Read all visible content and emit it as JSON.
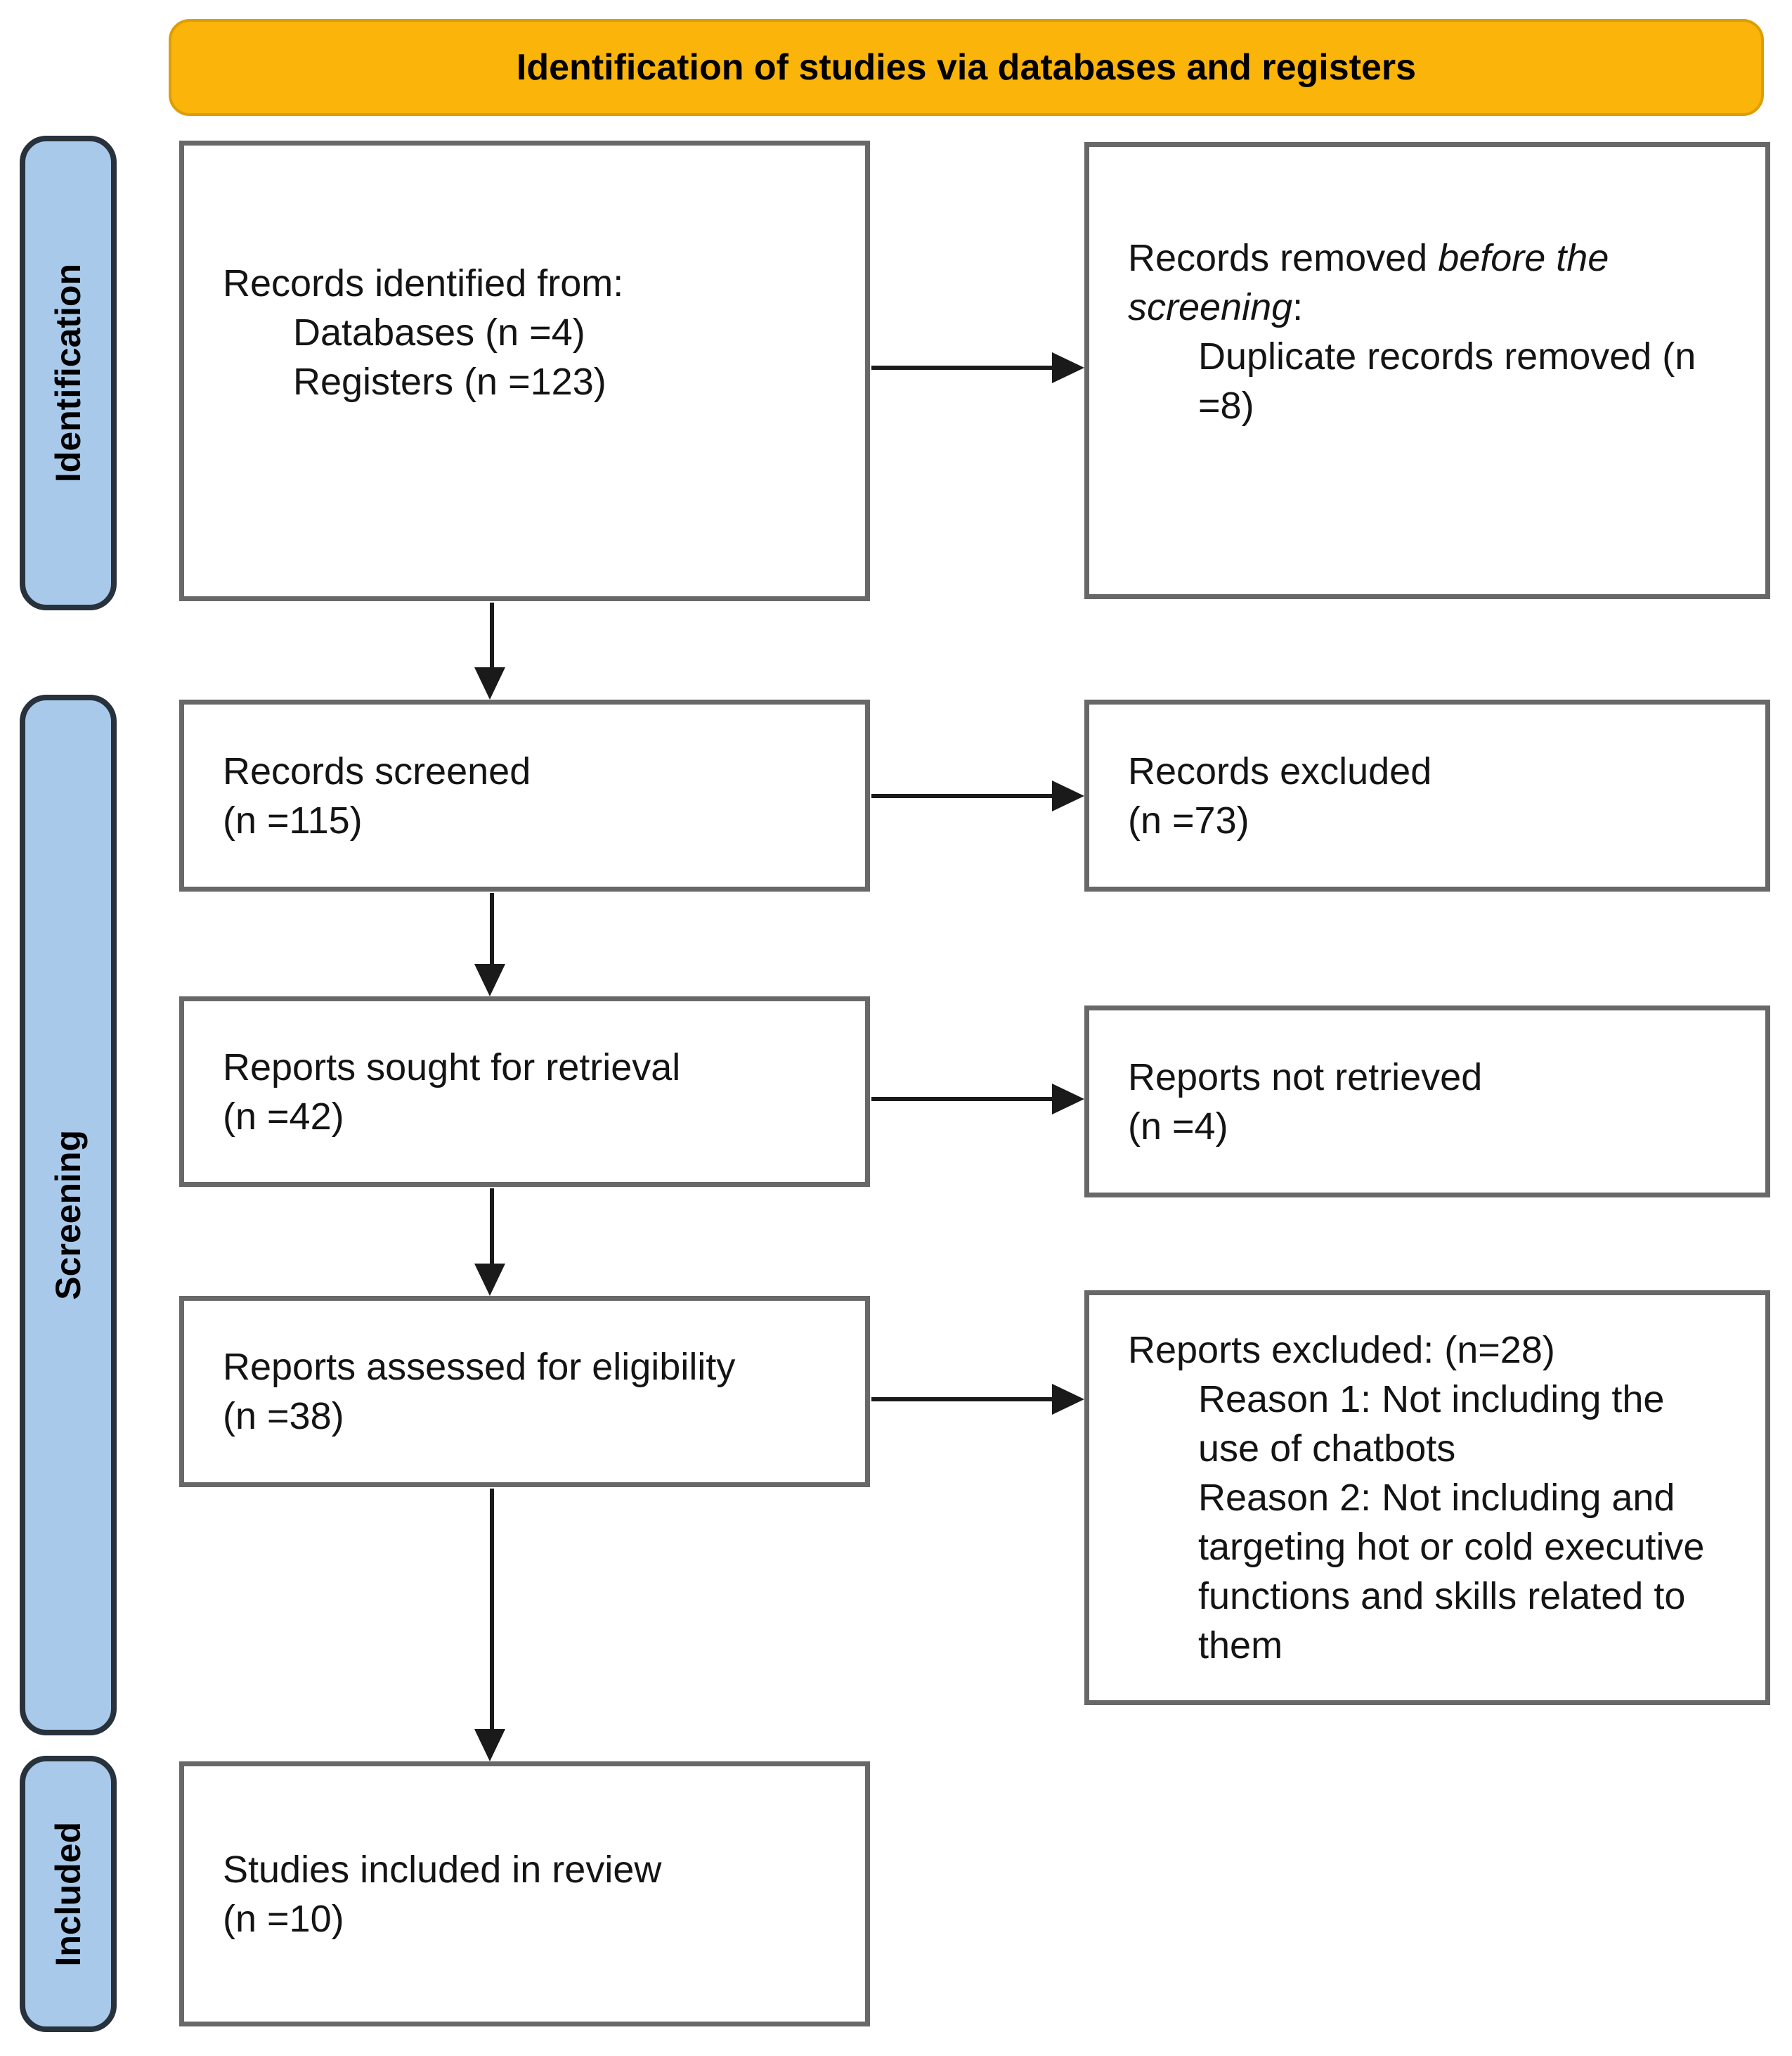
{
  "banner": {
    "label": "Identification of studies via databases and registers"
  },
  "sidebar": [
    {
      "label": "Identification"
    },
    {
      "label": "Screening"
    },
    {
      "label": "Included"
    }
  ],
  "boxes": {
    "records_identified": {
      "title": "Records identified from:",
      "items": [
        "Databases (n =4)",
        "Registers (n =123)"
      ]
    },
    "records_removed": {
      "text_plain": "Records removed ",
      "text_italic": "before the screening",
      "text_suffix": ":",
      "items": [
        "Duplicate records removed (n =8)"
      ]
    },
    "records_screened": {
      "title": "Records screened",
      "count": "(n =115)"
    },
    "records_excluded": {
      "title": "Records excluded",
      "count": "(n =73)"
    },
    "reports_sought": {
      "title": "Reports sought for retrieval",
      "count": "(n =42)"
    },
    "reports_not_retrieved": {
      "title": "Reports not retrieved",
      "count": "(n =4)"
    },
    "reports_assessed": {
      "title": "Reports assessed for eligibility",
      "count": "(n =38)"
    },
    "reports_excluded_reasons": {
      "title": "Reports excluded: (n=28)",
      "items": [
        "Reason 1: Not including the use of chatbots",
        "Reason 2: Not including and targeting hot or cold executive functions and skills related to them"
      ]
    },
    "studies_included": {
      "title": "Studies included in review",
      "count": "(n =10)"
    }
  },
  "colors": {
    "banner_bg": "#FBB409",
    "banner_border": "#DC9E06",
    "stage_bg": "#A9C9EA",
    "stage_border": "#28323C",
    "box_border": "#686868",
    "arrow": "#1A1A1A"
  }
}
